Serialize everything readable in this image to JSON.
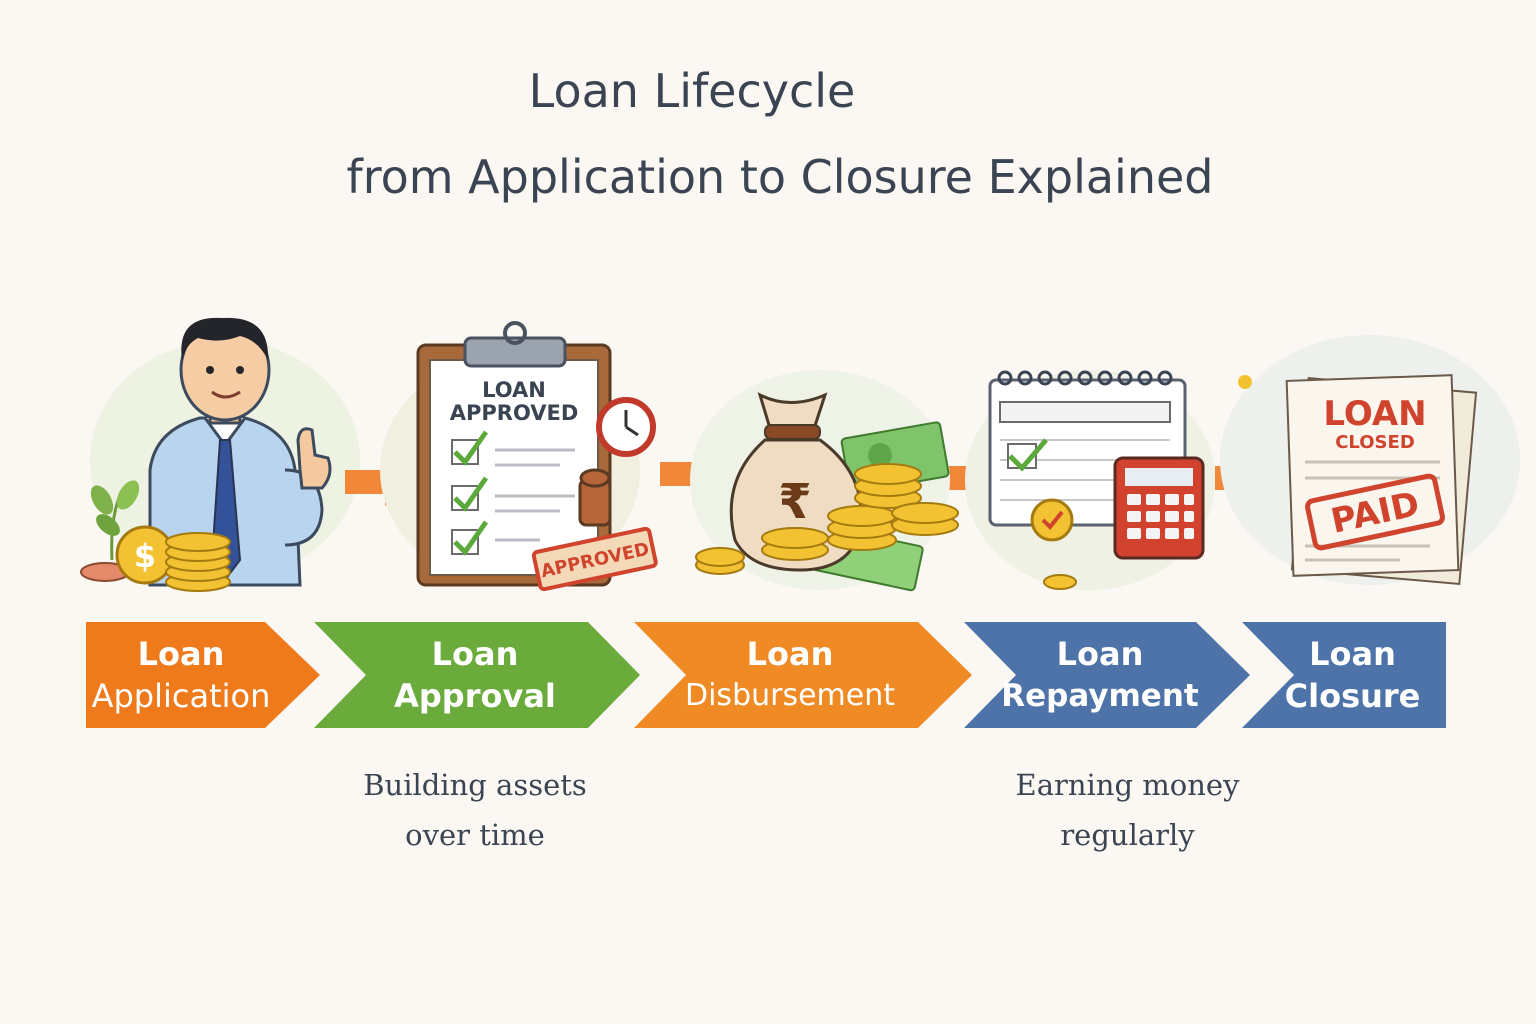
{
  "title": {
    "line1": "Loan Lifecycle",
    "line2": "from Application to Closure Explained"
  },
  "steps": [
    {
      "line1": "Loan",
      "line2": "Application",
      "color": "#ef7a1c"
    },
    {
      "line1": "Loan",
      "line2": "Approval",
      "color": "#6aab3c"
    },
    {
      "line1": "Loan",
      "line2": "Disbursement",
      "color": "#f08a24"
    },
    {
      "line1": "Loan",
      "line2": "Repayment",
      "color": "#4e73a8"
    },
    {
      "line1": "Loan",
      "line2": "Closure",
      "color": "#4e73a8"
    }
  ],
  "illustrations": {
    "approval_doc": {
      "line1": "LOAN",
      "line2": "APPROVED",
      "stamp": "APPROVED"
    },
    "disbursement_bag": {
      "symbol": "₹"
    },
    "application_coin": {
      "symbol": "$"
    },
    "closure_doc": {
      "line1": "LOAN",
      "line2": "CLOSED",
      "stamp": "PAID"
    }
  },
  "notes": {
    "approval": {
      "line1": "Building assets",
      "line2": "over time"
    },
    "repayment": {
      "line1": "Earning money",
      "line2": "regularly"
    }
  }
}
